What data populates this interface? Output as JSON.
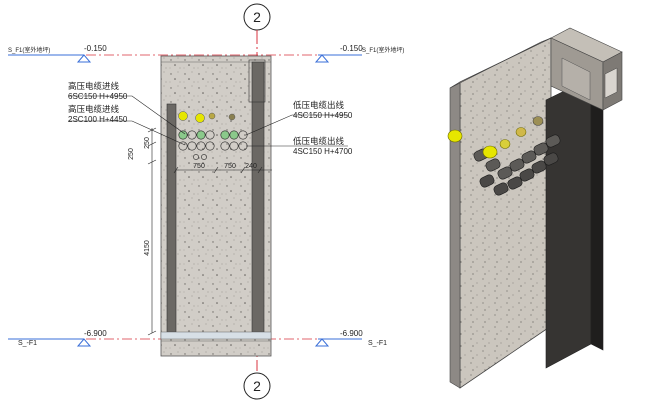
{
  "grid": {
    "top_label": "2",
    "bottom_label": "2"
  },
  "levels": {
    "top_left_tag": "S_F1(室外地坪)",
    "top_right_tag": "S_F1(室外地坪)",
    "top_value_left": "-0.150",
    "top_value_right": "-0.150",
    "bottom_left_tag": "S_-F1",
    "bottom_right_tag": "S_-F1",
    "bottom_value_left": "-6.900",
    "bottom_value_right": "-6.900"
  },
  "annotations": {
    "hv_in_1_title": "高压电缆进线",
    "hv_in_1_spec": "6SC150 H+4950",
    "hv_in_2_title": "高压电缆进线",
    "hv_in_2_spec": "2SC100 H+4450",
    "lv_out_1_title": "低压电缆出线",
    "lv_out_1_spec": "4SC150 H+4950",
    "lv_out_2_title": "低压电缆出线",
    "lv_out_2_spec": "4SC150 H+4700"
  },
  "dimensions": {
    "left_upper": "250",
    "left_small": "250",
    "left_lower": "4150",
    "bottom_a": "750",
    "bottom_b": "750",
    "bottom_c": "240"
  },
  "colors": {
    "concrete": "#cfcbc5",
    "pipe_yellow": "#e6e600",
    "pipe_green": "#5fb65f",
    "grid_line": "#d9333f",
    "level_line": "#3a6fd8"
  }
}
